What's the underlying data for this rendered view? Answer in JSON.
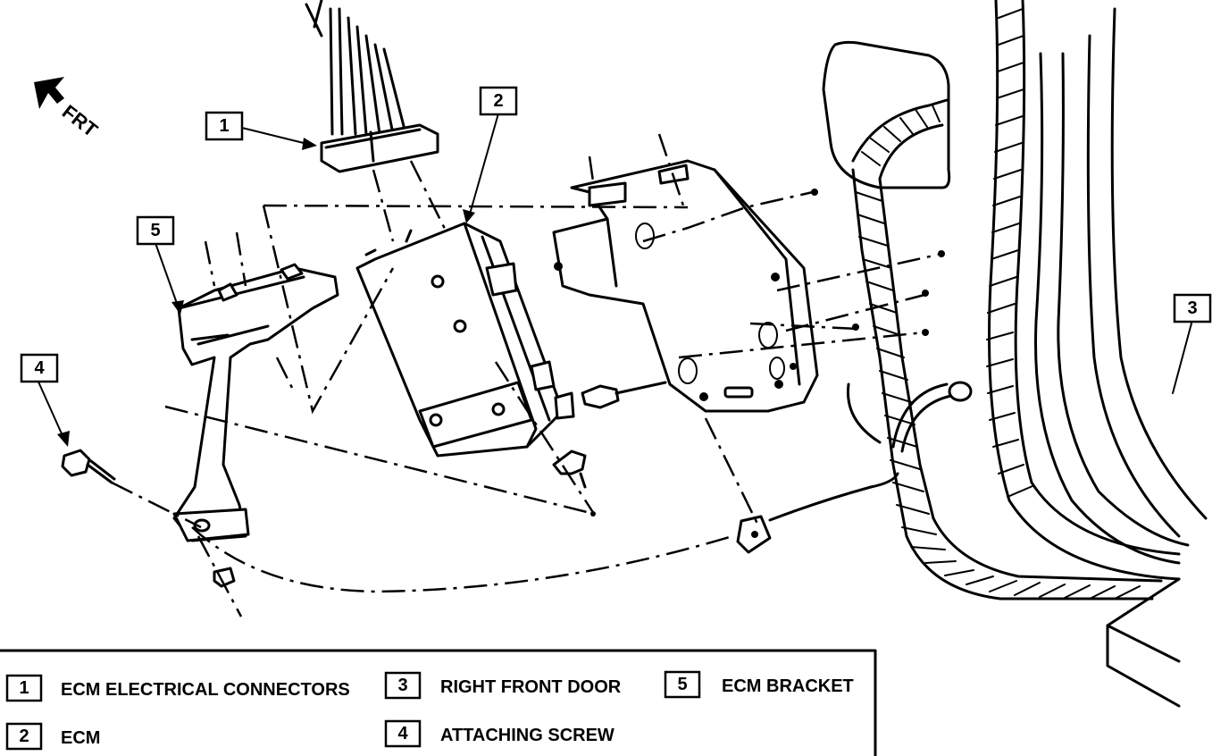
{
  "orientation": {
    "label": "FRT"
  },
  "callouts": [
    {
      "num": "1"
    },
    {
      "num": "2"
    },
    {
      "num": "3"
    },
    {
      "num": "4"
    },
    {
      "num": "5"
    }
  ],
  "legend": {
    "items": [
      {
        "num": "1",
        "text": "ECM ELECTRICAL CONNECTORS"
      },
      {
        "num": "2",
        "text": "ECM"
      },
      {
        "num": "3",
        "text": "RIGHT FRONT DOOR"
      },
      {
        "num": "4",
        "text": "ATTACHING SCREW"
      },
      {
        "num": "5",
        "text": "ECM BRACKET"
      }
    ]
  }
}
